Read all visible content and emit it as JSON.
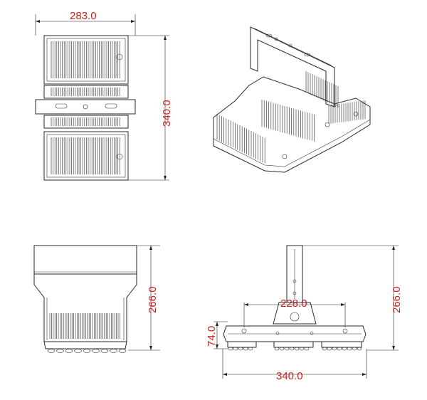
{
  "dimensions": {
    "top_width": "283.0",
    "top_height": "340.0",
    "front_height": "266.0",
    "side_height": "266.0",
    "side_spacing": "228.0",
    "side_depth": "74.0",
    "side_width": "340.0"
  },
  "colors": {
    "dimension_text": "#cc2020",
    "line": "#2a2a2a"
  }
}
